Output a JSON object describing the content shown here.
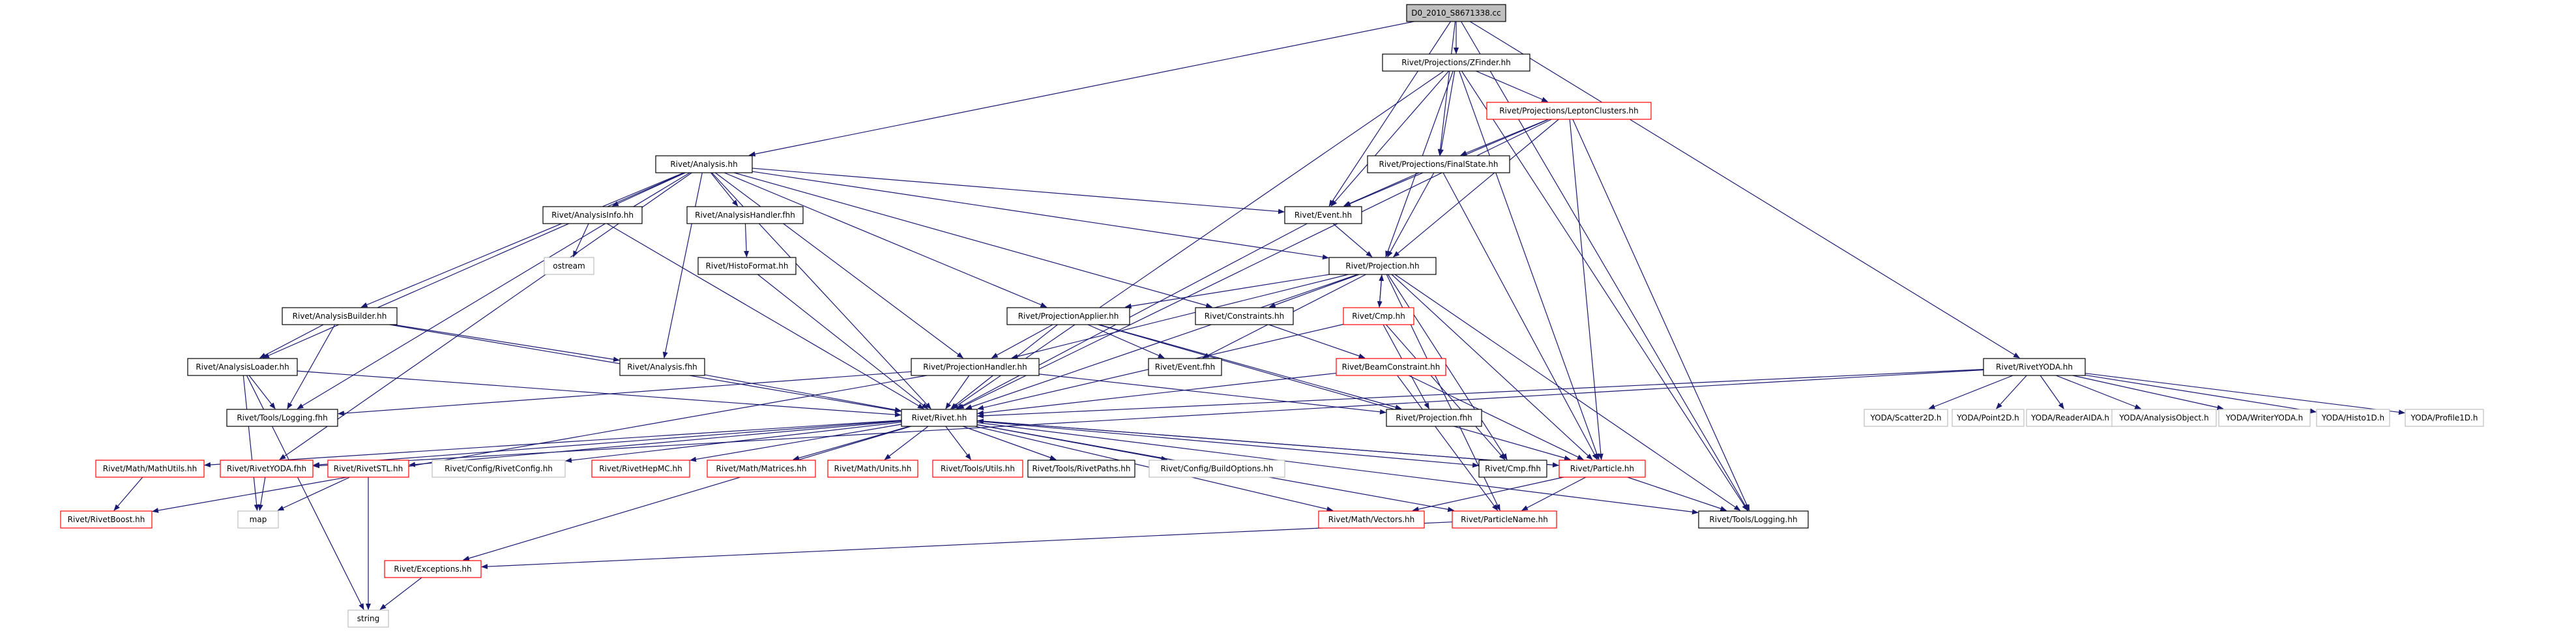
{
  "colors": {
    "edge": "#191970",
    "root_fill": "#bfbfbf",
    "border_normal": "#000000",
    "border_truncated": "#ff0000",
    "border_external": "#bfbfbf"
  },
  "nodes": [
    {
      "id": "root",
      "label": "D0_2010_S8671338.cc",
      "kind": "root"
    },
    {
      "id": "zfinder",
      "label": "Rivet/Projections/ZFinder.hh",
      "kind": "normal"
    },
    {
      "id": "leptonclusters",
      "label": "Rivet/Projections/LeptonClusters.hh",
      "kind": "truncated"
    },
    {
      "id": "finalstate",
      "label": "Rivet/Projections/FinalState.hh",
      "kind": "normal"
    },
    {
      "id": "analysis_hh",
      "label": "Rivet/Analysis.hh",
      "kind": "normal"
    },
    {
      "id": "event_hh",
      "label": "Rivet/Event.hh",
      "kind": "normal"
    },
    {
      "id": "analysisinfo",
      "label": "Rivet/AnalysisInfo.hh",
      "kind": "normal"
    },
    {
      "id": "analysishandler_fhh",
      "label": "Rivet/AnalysisHandler.fhh",
      "kind": "normal"
    },
    {
      "id": "ostream",
      "label": "ostream",
      "kind": "external"
    },
    {
      "id": "histoformat",
      "label": "Rivet/HistoFormat.hh",
      "kind": "normal"
    },
    {
      "id": "projection_hh",
      "label": "Rivet/Projection.hh",
      "kind": "normal"
    },
    {
      "id": "cmp_hh",
      "label": "Rivet/Cmp.hh",
      "kind": "truncated"
    },
    {
      "id": "analysisbuilder",
      "label": "Rivet/AnalysisBuilder.hh",
      "kind": "normal"
    },
    {
      "id": "projectionapplier",
      "label": "Rivet/ProjectionApplier.hh",
      "kind": "normal"
    },
    {
      "id": "constraints",
      "label": "Rivet/Constraints.hh",
      "kind": "normal"
    },
    {
      "id": "beamconstraint",
      "label": "Rivet/BeamConstraint.hh",
      "kind": "truncated"
    },
    {
      "id": "analysisloader",
      "label": "Rivet/AnalysisLoader.hh",
      "kind": "normal"
    },
    {
      "id": "analysis_fhh",
      "label": "Rivet/Analysis.fhh",
      "kind": "normal"
    },
    {
      "id": "projectionhandler",
      "label": "Rivet/ProjectionHandler.hh",
      "kind": "normal"
    },
    {
      "id": "event_fhh",
      "label": "Rivet/Event.fhh",
      "kind": "normal"
    },
    {
      "id": "projection_fhh",
      "label": "Rivet/Projection.fhh",
      "kind": "normal"
    },
    {
      "id": "logging_fhh",
      "label": "Rivet/Tools/Logging.fhh",
      "kind": "normal"
    },
    {
      "id": "rivet_hh",
      "label": "Rivet/Rivet.hh",
      "kind": "normal"
    },
    {
      "id": "rivetyoda_hh",
      "label": "Rivet/RivetYODA.hh",
      "kind": "normal"
    },
    {
      "id": "scatter2d",
      "label": "YODA/Scatter2D.h",
      "kind": "external"
    },
    {
      "id": "point2d",
      "label": "YODA/Point2D.h",
      "kind": "external"
    },
    {
      "id": "readeraida",
      "label": "YODA/ReaderAIDA.h",
      "kind": "external"
    },
    {
      "id": "analysisobject",
      "label": "YODA/AnalysisObject.h",
      "kind": "external"
    },
    {
      "id": "writeryoda",
      "label": "YODA/WriterYODA.h",
      "kind": "external"
    },
    {
      "id": "histo1d",
      "label": "YODA/Histo1D.h",
      "kind": "external"
    },
    {
      "id": "profile1d",
      "label": "YODA/Profile1D.h",
      "kind": "external"
    },
    {
      "id": "mathutils",
      "label": "Rivet/Math/MathUtils.hh",
      "kind": "truncated"
    },
    {
      "id": "rivetyoda_fhh",
      "label": "Rivet/RivetYODA.fhh",
      "kind": "truncated"
    },
    {
      "id": "rivetstl",
      "label": "Rivet/RivetSTL.hh",
      "kind": "truncated"
    },
    {
      "id": "rivetconfig",
      "label": "Rivet/Config/RivetConfig.hh",
      "kind": "external"
    },
    {
      "id": "rivethepmc",
      "label": "Rivet/RivetHepMC.hh",
      "kind": "truncated"
    },
    {
      "id": "matrices",
      "label": "Rivet/Math/Matrices.hh",
      "kind": "truncated"
    },
    {
      "id": "units",
      "label": "Rivet/Math/Units.hh",
      "kind": "truncated"
    },
    {
      "id": "toolsutils",
      "label": "Rivet/Tools/Utils.hh",
      "kind": "truncated"
    },
    {
      "id": "rivetpaths",
      "label": "Rivet/Tools/RivetPaths.hh",
      "kind": "normal"
    },
    {
      "id": "buildoptions",
      "label": "Rivet/Config/BuildOptions.hh",
      "kind": "external"
    },
    {
      "id": "cmp_fhh",
      "label": "Rivet/Cmp.fhh",
      "kind": "normal"
    },
    {
      "id": "particle_hh",
      "label": "Rivet/Particle.hh",
      "kind": "truncated"
    },
    {
      "id": "rivetboost",
      "label": "Rivet/RivetBoost.hh",
      "kind": "truncated"
    },
    {
      "id": "map",
      "label": "map",
      "kind": "external"
    },
    {
      "id": "vectors",
      "label": "Rivet/Math/Vectors.hh",
      "kind": "truncated"
    },
    {
      "id": "particlename",
      "label": "Rivet/ParticleName.hh",
      "kind": "truncated"
    },
    {
      "id": "logging_hh",
      "label": "Rivet/Tools/Logging.hh",
      "kind": "normal"
    },
    {
      "id": "exceptions",
      "label": "Rivet/Exceptions.hh",
      "kind": "truncated"
    },
    {
      "id": "string",
      "label": "string",
      "kind": "external"
    }
  ],
  "edges": [
    [
      "root",
      "zfinder"
    ],
    [
      "root",
      "finalstate"
    ],
    [
      "root",
      "analysis_hh"
    ],
    [
      "root",
      "rivetyoda_hh"
    ],
    [
      "root",
      "logging_hh"
    ],
    [
      "root",
      "event_hh"
    ],
    [
      "zfinder",
      "leptonclusters"
    ],
    [
      "zfinder",
      "finalstate"
    ],
    [
      "zfinder",
      "event_hh"
    ],
    [
      "zfinder",
      "projection_hh"
    ],
    [
      "zfinder",
      "rivet_hh"
    ],
    [
      "zfinder",
      "particle_hh"
    ],
    [
      "zfinder",
      "logging_hh"
    ],
    [
      "leptonclusters",
      "finalstate"
    ],
    [
      "leptonclusters",
      "event_hh"
    ],
    [
      "leptonclusters",
      "projection_hh"
    ],
    [
      "leptonclusters",
      "rivet_hh"
    ],
    [
      "leptonclusters",
      "particle_hh"
    ],
    [
      "leptonclusters",
      "logging_hh"
    ],
    [
      "finalstate",
      "event_hh"
    ],
    [
      "finalstate",
      "projection_hh"
    ],
    [
      "finalstate",
      "particle_hh"
    ],
    [
      "analysis_hh",
      "event_hh"
    ],
    [
      "analysis_hh",
      "analysisinfo"
    ],
    [
      "analysis_hh",
      "analysishandler_fhh"
    ],
    [
      "analysis_hh",
      "projection_hh"
    ],
    [
      "analysis_hh",
      "analysisbuilder"
    ],
    [
      "analysis_hh",
      "projectionapplier"
    ],
    [
      "analysis_hh",
      "constraints"
    ],
    [
      "analysis_hh",
      "analysisloader"
    ],
    [
      "analysis_hh",
      "analysis_fhh"
    ],
    [
      "analysis_hh",
      "projectionhandler"
    ],
    [
      "analysis_hh",
      "logging_fhh"
    ],
    [
      "analysis_hh",
      "rivet_hh"
    ],
    [
      "analysis_hh",
      "rivetyoda_fhh"
    ],
    [
      "event_hh",
      "projection_hh"
    ],
    [
      "event_hh",
      "rivet_hh"
    ],
    [
      "analysisinfo",
      "ostream"
    ],
    [
      "analysisinfo",
      "rivet_hh"
    ],
    [
      "analysishandler_fhh",
      "histoformat"
    ],
    [
      "histoformat",
      "rivet_hh"
    ],
    [
      "projection_hh",
      "cmp_hh"
    ],
    [
      "projection_hh",
      "projectionapplier"
    ],
    [
      "projection_hh",
      "constraints"
    ],
    [
      "projection_hh",
      "projectionhandler"
    ],
    [
      "projection_hh",
      "event_fhh"
    ],
    [
      "projection_hh",
      "rivet_hh"
    ],
    [
      "projection_hh",
      "cmp_fhh"
    ],
    [
      "projection_hh",
      "particle_hh"
    ],
    [
      "projection_hh",
      "logging_hh"
    ],
    [
      "projection_hh",
      "particlename"
    ],
    [
      "cmp_hh",
      "projection_hh"
    ],
    [
      "cmp_hh",
      "rivet_hh"
    ],
    [
      "cmp_hh",
      "projection_fhh"
    ],
    [
      "cmp_hh",
      "cmp_fhh"
    ],
    [
      "analysisbuilder",
      "analysisloader"
    ],
    [
      "analysisbuilder",
      "analysis_fhh"
    ],
    [
      "analysisbuilder",
      "logging_fhh"
    ],
    [
      "analysisbuilder",
      "rivet_hh"
    ],
    [
      "projectionapplier",
      "projectionhandler"
    ],
    [
      "projectionapplier",
      "event_fhh"
    ],
    [
      "projectionapplier",
      "projection_fhh"
    ],
    [
      "projectionapplier",
      "rivet_hh"
    ],
    [
      "projectionapplier",
      "particle_hh"
    ],
    [
      "constraints",
      "beamconstraint"
    ],
    [
      "beamconstraint",
      "rivet_hh"
    ],
    [
      "beamconstraint",
      "particle_hh"
    ],
    [
      "beamconstraint",
      "particlename"
    ],
    [
      "analysisloader",
      "logging_fhh"
    ],
    [
      "analysisloader",
      "rivet_hh"
    ],
    [
      "analysisloader",
      "map"
    ],
    [
      "analysisloader",
      "string"
    ],
    [
      "analysis_fhh",
      "rivet_hh"
    ],
    [
      "projectionhandler",
      "projection_fhh"
    ],
    [
      "projectionhandler",
      "logging_fhh"
    ],
    [
      "projectionhandler",
      "rivet_hh"
    ],
    [
      "projectionhandler",
      "rivetboost"
    ],
    [
      "rivetyoda_hh",
      "rivet_hh"
    ],
    [
      "rivetyoda_hh",
      "rivetyoda_fhh"
    ],
    [
      "rivetyoda_hh",
      "scatter2d"
    ],
    [
      "rivetyoda_hh",
      "point2d"
    ],
    [
      "rivetyoda_hh",
      "readeraida"
    ],
    [
      "rivetyoda_hh",
      "analysisobject"
    ],
    [
      "rivetyoda_hh",
      "writeryoda"
    ],
    [
      "rivetyoda_hh",
      "histo1d"
    ],
    [
      "rivetyoda_hh",
      "profile1d"
    ],
    [
      "rivet_hh",
      "mathutils"
    ],
    [
      "rivet_hh",
      "rivetyoda_fhh"
    ],
    [
      "rivet_hh",
      "rivetstl"
    ],
    [
      "rivet_hh",
      "rivetconfig"
    ],
    [
      "rivet_hh",
      "rivethepmc"
    ],
    [
      "rivet_hh",
      "matrices"
    ],
    [
      "rivet_hh",
      "units"
    ],
    [
      "rivet_hh",
      "toolsutils"
    ],
    [
      "rivet_hh",
      "rivetpaths"
    ],
    [
      "rivet_hh",
      "buildoptions"
    ],
    [
      "rivet_hh",
      "cmp_fhh"
    ],
    [
      "rivet_hh",
      "particle_hh"
    ],
    [
      "rivet_hh",
      "vectors"
    ],
    [
      "rivet_hh",
      "particlename"
    ],
    [
      "rivet_hh",
      "logging_hh"
    ],
    [
      "rivet_hh",
      "exceptions"
    ],
    [
      "mathutils",
      "rivetboost"
    ],
    [
      "rivetyoda_fhh",
      "map"
    ],
    [
      "rivetstl",
      "map"
    ],
    [
      "rivetstl",
      "string"
    ],
    [
      "particle_hh",
      "rivet_hh"
    ],
    [
      "particle_hh",
      "vectors"
    ],
    [
      "particle_hh",
      "particlename"
    ],
    [
      "particle_hh",
      "logging_hh"
    ],
    [
      "particlename",
      "exceptions"
    ],
    [
      "exceptions",
      "string"
    ]
  ]
}
